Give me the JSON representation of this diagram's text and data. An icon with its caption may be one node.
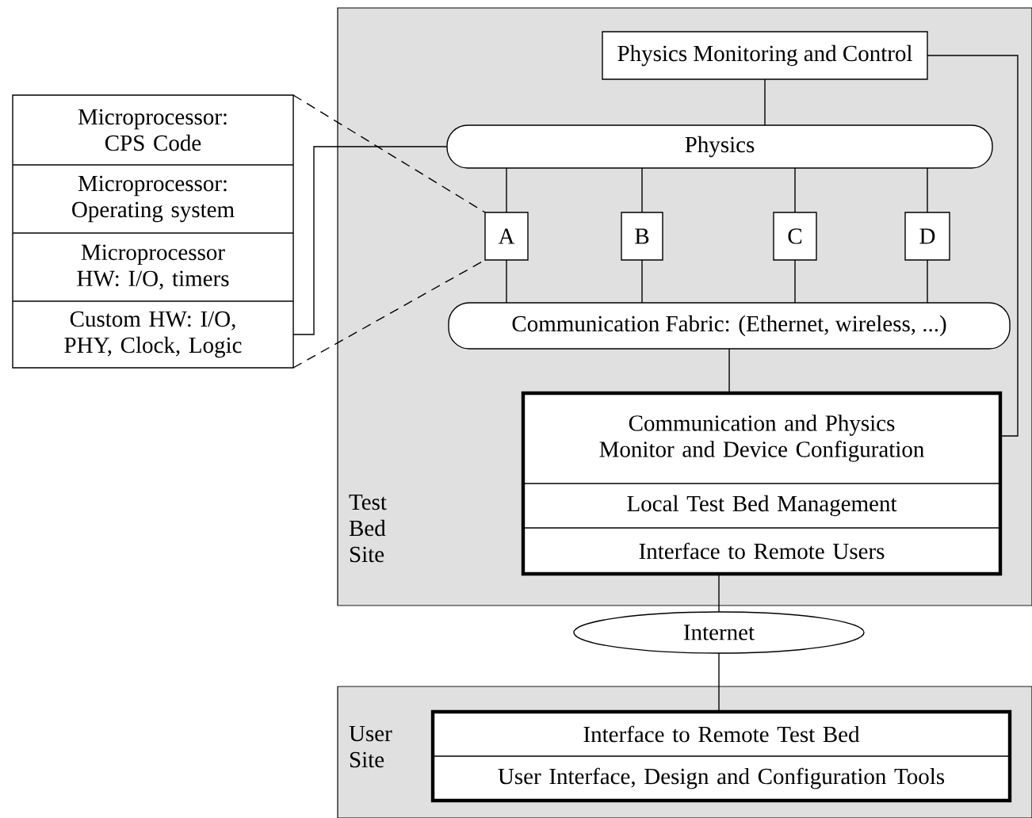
{
  "diagram": {
    "nodes": [
      {
        "text": [
          "Test Bed Site"
        ]
      },
      {
        "text": [
          "Physics Monitoring and Control"
        ],
        "in": 0
      },
      {
        "text": [
          "Physics"
        ],
        "in": 0
      },
      {
        "text": [
          "A"
        ],
        "in": 0
      },
      {
        "text": [
          "B"
        ],
        "in": 0
      },
      {
        "text": [
          "C"
        ],
        "in": 0
      },
      {
        "text": [
          "D"
        ],
        "in": 0
      },
      {
        "text": [
          "Communication Fabric: (Ethernet, wireless, ...)"
        ],
        "in": 0
      },
      {
        "text": [
          "Communication and Physics Monitor and Device Configuration",
          "Local Test Bed Management",
          "Interface to Remote Users"
        ],
        "in": 0
      },
      {
        "text": [
          "Internet"
        ]
      },
      {
        "text": [
          "User Site"
        ]
      },
      {
        "text": [
          "Interface to Remote Test Bed",
          "User Interface, Design and Configuration Tools"
        ],
        "in": 10
      },
      {
        "text": [
          "Microprocessor: CPS Code",
          "Microprocessor: Operating system",
          "Microprocessor HW: I/O, timers",
          "Custom HW: I/O, PHY, Clock, Logic"
        ]
      }
    ],
    "edges": [
      {
        "from": 1,
        "to": 2,
        "arrow": "none"
      },
      {
        "from": 2,
        "to": 3,
        "arrow": "none"
      },
      {
        "from": 2,
        "to": 4,
        "arrow": "none"
      },
      {
        "from": 2,
        "to": 5,
        "arrow": "none"
      },
      {
        "from": 2,
        "to": 6,
        "arrow": "none"
      },
      {
        "from": 3,
        "to": 7,
        "arrow": "none"
      },
      {
        "from": 4,
        "to": 7,
        "arrow": "none"
      },
      {
        "from": 5,
        "to": 7,
        "arrow": "none"
      },
      {
        "from": 6,
        "to": 7,
        "arrow": "none"
      },
      {
        "from": 7,
        "to": 8,
        "arrow": "none"
      },
      {
        "from": 1,
        "to": 8,
        "arrow": "none"
      },
      {
        "from": 8,
        "to": 9,
        "arrow": "none"
      },
      {
        "from": 9,
        "to": 11,
        "arrow": "none"
      },
      {
        "from": 12,
        "to": 2,
        "arrow": "none"
      },
      {
        "from": 12,
        "to": 3,
        "arrow": "none",
        "style": "dashed"
      },
      {
        "from": 12,
        "to": 3,
        "arrow": "none",
        "style": "dashed"
      }
    ]
  }
}
